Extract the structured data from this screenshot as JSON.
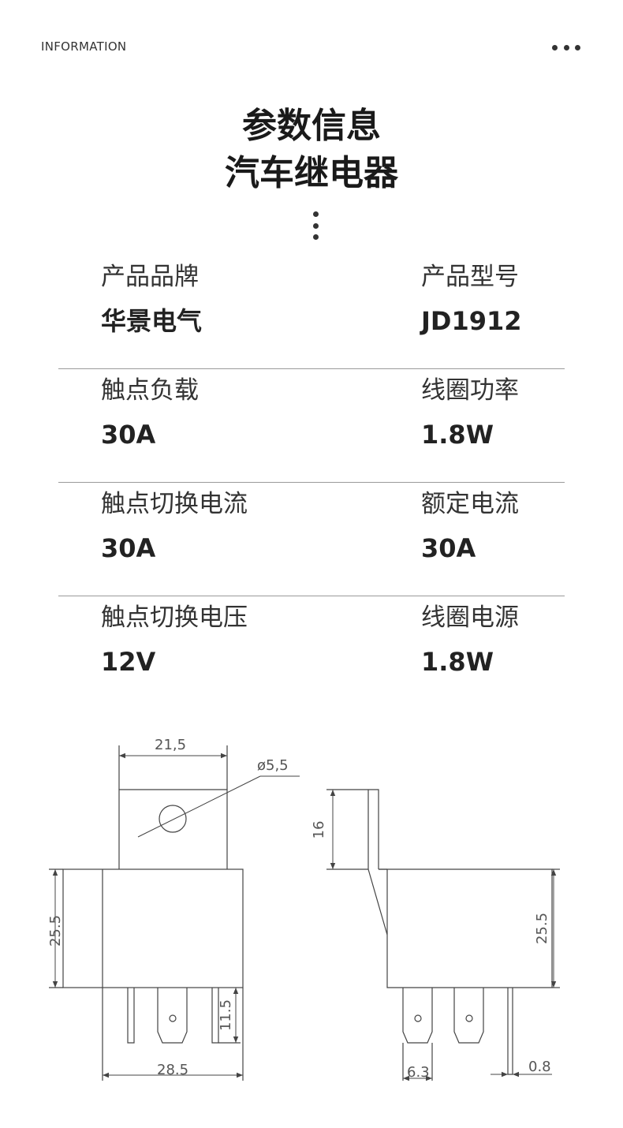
{
  "header": {
    "label": "INFORMATION",
    "menu_icon": "more-horizontal-icon"
  },
  "title": {
    "line1": "参数信息",
    "line2": "汽车继电器"
  },
  "specs": [
    {
      "left": {
        "label": "产品品牌",
        "value": "华景电气"
      },
      "right": {
        "label": "产品型号",
        "value": "JD1912"
      }
    },
    {
      "left": {
        "label": "触点负载",
        "value": "30A"
      },
      "right": {
        "label": "线圈功率",
        "value": "1.8W"
      }
    },
    {
      "left": {
        "label": "触点切换电流",
        "value": "30A"
      },
      "right": {
        "label": "额定电流",
        "value": "30A"
      }
    },
    {
      "left": {
        "label": "触点切换电压",
        "value": "12V"
      },
      "right": {
        "label": "线圈电源",
        "value": "1.8W"
      }
    }
  ],
  "drawing": {
    "dims": {
      "width_top": "21,5",
      "hole": "ø5,5",
      "height_left": "25.5",
      "pin_len": "11.5",
      "base_width": "28.5",
      "tab_height": "16",
      "height_right": "25.5",
      "pin_width": "6.3",
      "pin_thick": "0.8"
    }
  }
}
